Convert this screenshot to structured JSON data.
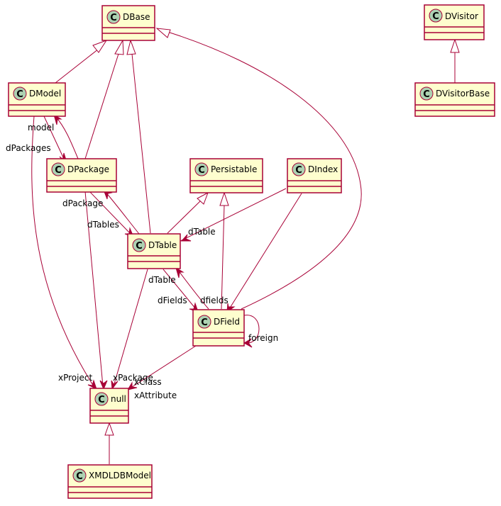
{
  "classes": {
    "DBase": {
      "name": "DBase",
      "stereotype_letter": "C"
    },
    "DVisitor": {
      "name": "DVisitor",
      "stereotype_letter": "C"
    },
    "DModel": {
      "name": "DModel",
      "stereotype_letter": "C"
    },
    "DVisitorBase": {
      "name": "DVisitorBase",
      "stereotype_letter": "C"
    },
    "DPackage": {
      "name": "DPackage",
      "stereotype_letter": "C"
    },
    "Persistable": {
      "name": "Persistable",
      "stereotype_letter": "C"
    },
    "DIndex": {
      "name": "DIndex",
      "stereotype_letter": "C"
    },
    "DTable": {
      "name": "DTable",
      "stereotype_letter": "C"
    },
    "DField": {
      "name": "DField",
      "stereotype_letter": "C"
    },
    "null": {
      "name": "null",
      "stereotype_letter": "C"
    },
    "XMDLDBModel": {
      "name": "XMDLDBModel",
      "stereotype_letter": "C"
    }
  },
  "labels": {
    "model": "model",
    "dPackages": "dPackages",
    "dPackage": "dPackage",
    "dTables": "dTables",
    "dTable_from_index": "dTable",
    "dTable_from_field": "dTable",
    "dFields": "dFields",
    "dfields": "dfields",
    "foreign": "foreign",
    "xProject": "xProject",
    "xPackage": "xPackage",
    "xClass": "xClass",
    "xAttribute": "xAttribute"
  },
  "colors": {
    "class_fill": "#FEFECE",
    "border": "#A80036",
    "class_icon": "#ADD1B2"
  }
}
